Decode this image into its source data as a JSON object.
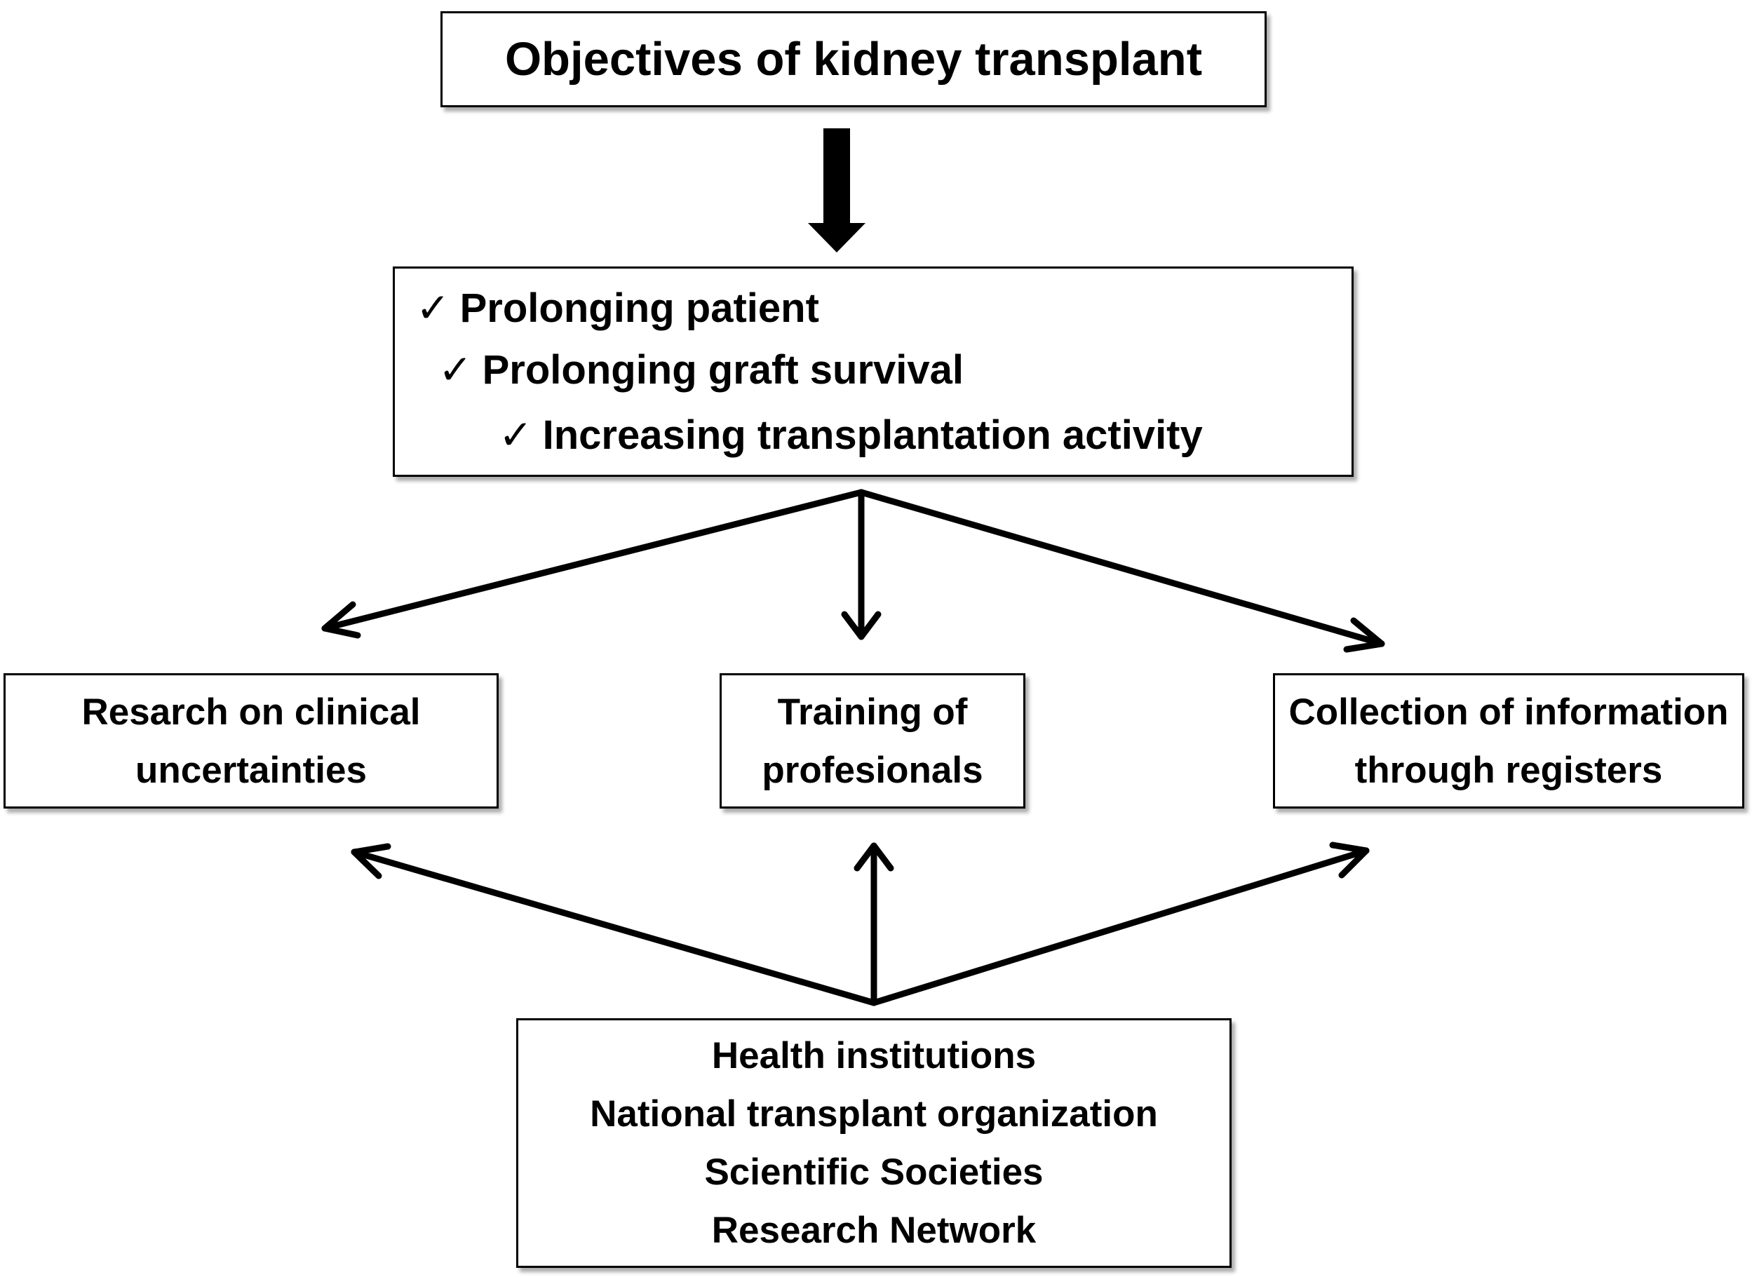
{
  "title": "Objectives of kidney transplant",
  "objectives": {
    "check_symbol": "✓",
    "items": [
      "Prolonging patient",
      "Prolonging graft survival",
      "Increasing transplantation activity"
    ]
  },
  "actions": {
    "research": {
      "line1": "Resarch on clinical",
      "line2": "uncertainties"
    },
    "training": {
      "line1": "Training of",
      "line2": "profesionals"
    },
    "registers": {
      "line1": "Collection of information",
      "line2": "through registers"
    }
  },
  "actors": [
    "Health institutions",
    "National transplant organization",
    "Scientific Societies",
    "Research Network"
  ]
}
